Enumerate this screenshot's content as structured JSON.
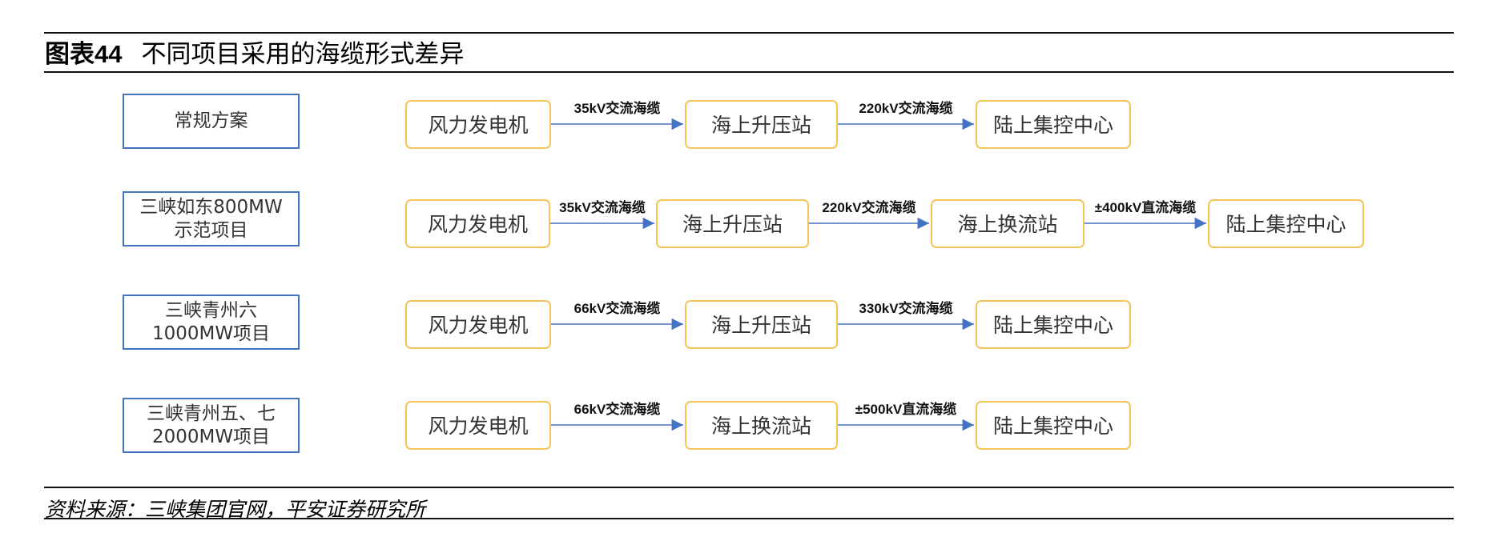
{
  "figure": {
    "prefix": "图表",
    "number": "44",
    "title": "不同项目采用的海缆形式差异"
  },
  "source": "资料来源：三峡集团官网，平安证券研究所",
  "colors": {
    "label_border": "#4472c4",
    "node_border": "#f4c45a",
    "edge": "#4472c4",
    "rule": "#111111"
  },
  "rows": [
    {
      "label": "常规方案",
      "nodes": [
        "风力发电机",
        "海上升压站",
        "陆上集控中心"
      ],
      "edges": [
        "35kV交流海缆",
        "220kV交流海缆"
      ]
    },
    {
      "label": "三峡如东800MW\n示范项目",
      "nodes": [
        "风力发电机",
        "海上升压站",
        "海上换流站",
        "陆上集控中心"
      ],
      "edges": [
        "35kV交流海缆",
        "220kV交流海缆",
        "±400kV直流海缆"
      ]
    },
    {
      "label": "三峡青州六\n1000MW项目",
      "nodes": [
        "风力发电机",
        "海上升压站",
        "陆上集控中心"
      ],
      "edges": [
        "66kV交流海缆",
        "330kV交流海缆"
      ]
    },
    {
      "label": "三峡青州五、七\n2000MW项目",
      "nodes": [
        "风力发电机",
        "海上换流站",
        "陆上集控中心"
      ],
      "edges": [
        "66kV交流海缆",
        "±500kV直流海缆"
      ]
    }
  ]
}
